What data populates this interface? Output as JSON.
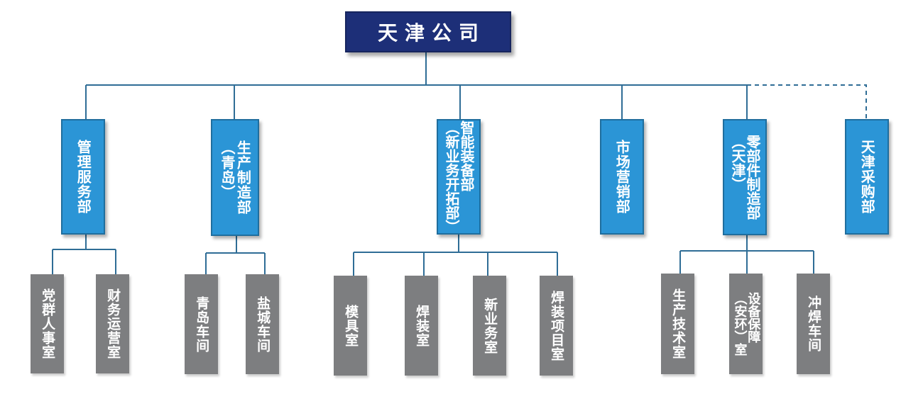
{
  "root": {
    "name": "天津公司"
  },
  "departments": {
    "admin": {
      "name": "管理服务部"
    },
    "production_qingdao": {
      "name": "生产制造部\n（青岛）"
    },
    "smart_equipment": {
      "name": "智能装备部\n（新业务开拓部）"
    },
    "marketing": {
      "name": "市场营销部"
    },
    "parts_tianjin": {
      "name": "零部件制造部\n（天津）"
    },
    "procurement": {
      "name": "天津采购部"
    }
  },
  "sub_units": {
    "party_hr": {
      "name": "党群人事室"
    },
    "finance_ops": {
      "name": "财务运营室"
    },
    "qingdao_workshop": {
      "name": "青岛车间"
    },
    "yancheng_workshop": {
      "name": "盐城车间"
    },
    "mold_room": {
      "name": "模具室"
    },
    "welding_room": {
      "name": "焊装室"
    },
    "new_business_room": {
      "name": "新业务室"
    },
    "welding_project_room": {
      "name": "焊装项目室"
    },
    "prod_tech_room": {
      "name": "生产技术室"
    },
    "equipment_room": {
      "name": "设备保障\n（安环）室"
    },
    "stamping_workshop": {
      "name": "冲焊车间"
    }
  },
  "colors": {
    "root_fill": "#1d2f78",
    "dept_fill": "#2b95d6",
    "sub_fill": "#7d7e80",
    "connector": "#2f6d96"
  }
}
